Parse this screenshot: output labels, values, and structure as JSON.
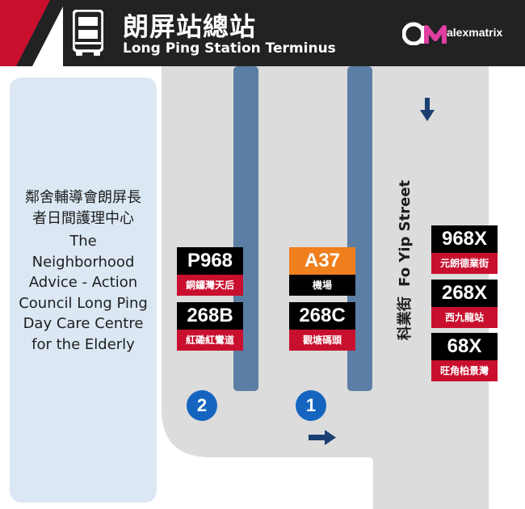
{
  "header": {
    "title_zh": "朗屏站總站",
    "title_en": "Long Ping Station Terminus",
    "logo_text": "alexmatrix",
    "logo_mark": "am",
    "stripe_color": "#c8102e",
    "background_color": "#222222",
    "icon": "double-decker-bus-icon"
  },
  "community_centre": {
    "name_zh": "鄰舍輔導會朗屏長者日間護理中心",
    "name_en": "The Neighborhood Advice - Action Council Long Ping Day Care Centre for the Elderly"
  },
  "street": {
    "name_zh": "科業街",
    "name_en": "Fo Yip Street"
  },
  "directions": {
    "traffic_down": "↓",
    "traffic_right": "➔"
  },
  "stands": [
    {
      "number": "2"
    },
    {
      "number": "1"
    }
  ],
  "routes": {
    "stand2": [
      {
        "route": "P968",
        "destination": "銅鑼灣天后",
        "route_bg": "#000000",
        "dest_bg": "#c8102e"
      },
      {
        "route": "268B",
        "destination": "紅磡紅鸞道",
        "route_bg": "#000000",
        "dest_bg": "#c8102e"
      }
    ],
    "stand1": [
      {
        "route": "A37",
        "destination": "機場",
        "route_bg": "#f07f1d",
        "dest_bg": "#000000"
      },
      {
        "route": "268C",
        "destination": "觀塘碼頭",
        "route_bg": "#000000",
        "dest_bg": "#c8102e"
      }
    ],
    "street": [
      {
        "route": "968X",
        "destination": "元朗德業街",
        "route_bg": "#000000",
        "dest_bg": "#c8102e"
      },
      {
        "route": "268X",
        "destination": "西九龍站",
        "route_bg": "#000000",
        "dest_bg": "#c8102e"
      },
      {
        "route": "68X",
        "destination": "旺角柏景灣",
        "route_bg": "#000000",
        "dest_bg": "#c8102e"
      }
    ]
  },
  "colors": {
    "road": "#dcdcdc",
    "platform": "#5b7ea4",
    "community_box": "#dbe8f4",
    "stand_circle": "#1565c0",
    "arrow": "#1a3f73"
  }
}
